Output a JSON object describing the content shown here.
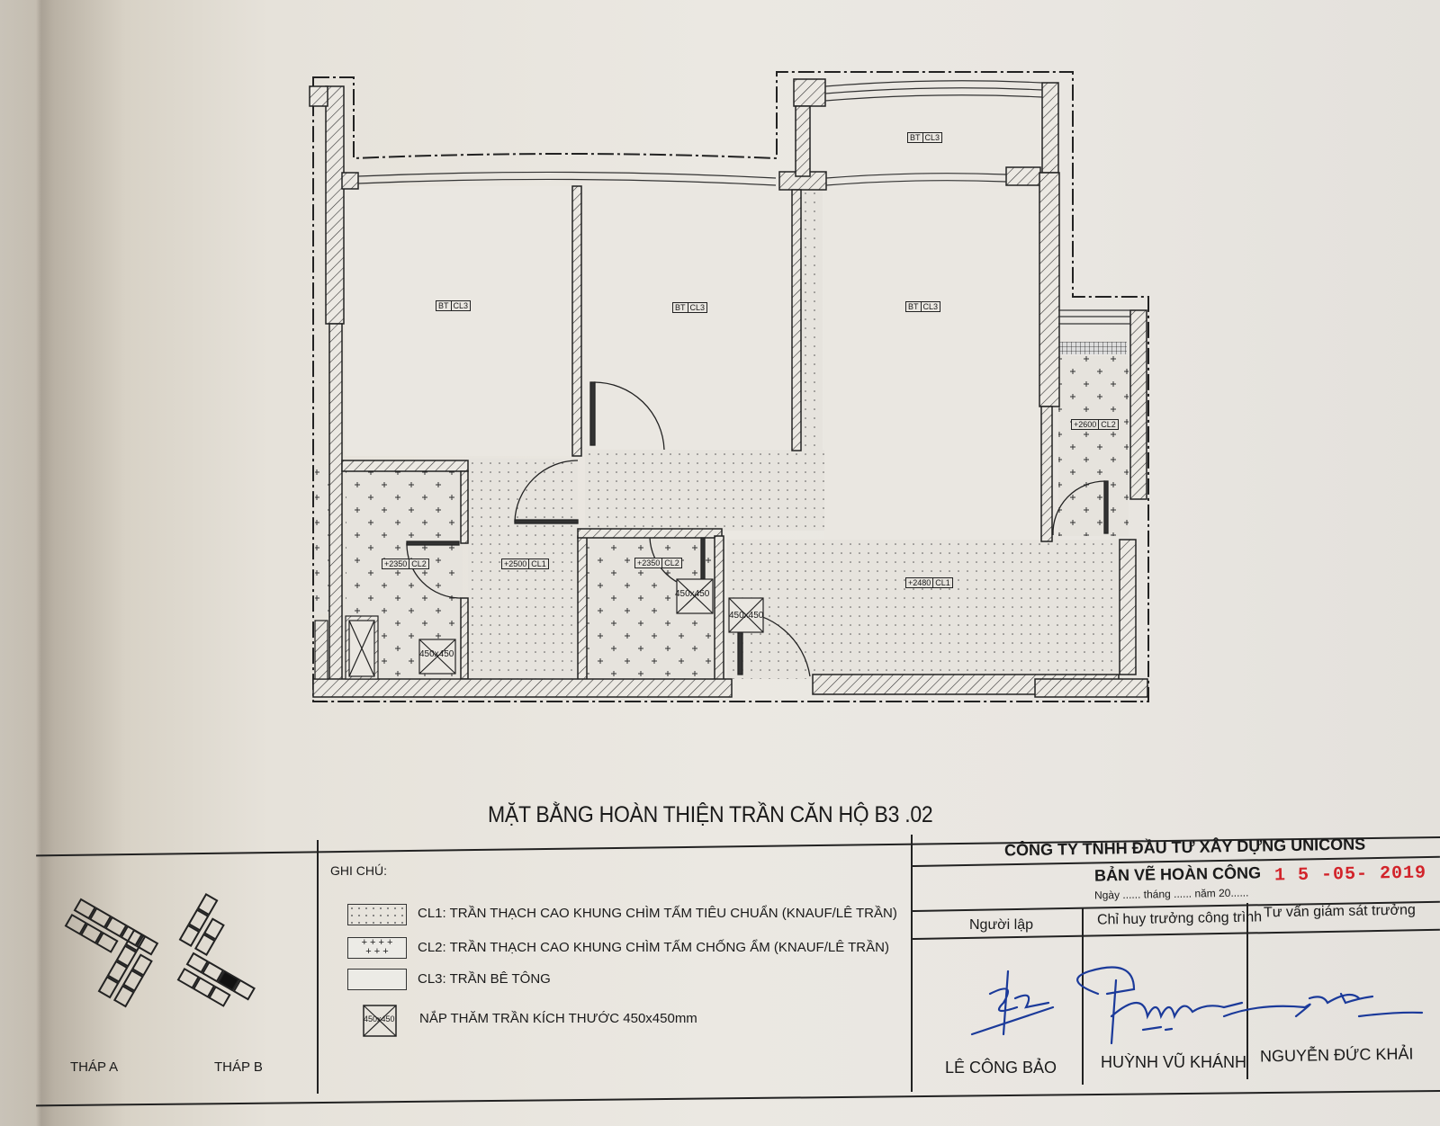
{
  "drawing": {
    "title": "MẶT BẰNG HOÀN THIỆN TRẦN CĂN HỘ B3  .02",
    "rooms": [
      {
        "id": "bedroom-1",
        "tag_left": "BT",
        "tag_right": "CL3"
      },
      {
        "id": "bedroom-2",
        "tag_left": "BT",
        "tag_right": "CL3"
      },
      {
        "id": "bedroom-3",
        "tag_left": "BT",
        "tag_right": "CL3"
      },
      {
        "id": "balcony",
        "tag_left": "BT",
        "tag_right": "CL3"
      },
      {
        "id": "wc-1",
        "tag_left": "+2350",
        "tag_right": "CL2"
      },
      {
        "id": "hall",
        "tag_left": "+2500",
        "tag_right": "CL1"
      },
      {
        "id": "wc-2",
        "tag_left": "+2350",
        "tag_right": "CL2"
      },
      {
        "id": "living",
        "tag_left": "+2480",
        "tag_right": "CL1"
      },
      {
        "id": "logia",
        "tag_left": "+2600",
        "tag_right": "CL2"
      }
    ],
    "hatch_labels": [
      "450x450",
      "450x450",
      "450x450"
    ]
  },
  "key_plan": {
    "tower_a_label": "THÁP A",
    "tower_b_label": "THÁP B"
  },
  "notes": {
    "heading": "GHI CHÚ:",
    "items": [
      {
        "code": "CL1",
        "text": "CL1: TRẦN THẠCH CAO KHUNG CHÌM TẤM TIÊU CHUẨN (KNAUF/LÊ TRẦN)"
      },
      {
        "code": "CL2",
        "text": "CL2: TRẦN THẠCH CAO KHUNG CHÌM TẤM CHỐNG ẨM (KNAUF/LÊ TRẦN)"
      },
      {
        "code": "CL3",
        "text": "CL3: TRẦN BÊ TÔNG"
      },
      {
        "code": "hatch",
        "text": "NẮP THĂM TRẦN KÍCH THƯỚC 450x450mm",
        "symbol_label": "450x450"
      }
    ]
  },
  "title_block": {
    "company": "CÔNG TY TNHH ĐẦU TƯ XÂY DỰNG UNICONS",
    "doc_type": "BẢN VẼ HOÀN CÔNG",
    "date_line": "Ngày ...... tháng ...... năm 20......",
    "stamp_date": "1 5 -05- 2019",
    "roles": [
      {
        "role": "Người lập",
        "name": "LÊ CÔNG BẢO"
      },
      {
        "role": "Chỉ huy trưởng công trình",
        "name": "HUỲNH VŨ KHÁNH"
      },
      {
        "role": "Tư vấn giám sát trưởng",
        "name": "NGUYỄN ĐỨC KHẢI"
      }
    ]
  },
  "colors": {
    "ink": "#1f1f1f",
    "paper": "#e9e6e0",
    "stamp_red": "#d2232a",
    "signature_blue": "#1b3a9a"
  }
}
